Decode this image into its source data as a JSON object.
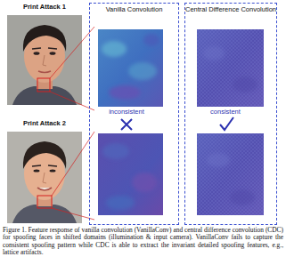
{
  "diagram": {
    "caption": "Figure 1. Feature response of vanilla convolution (VanillaConv) and central difference convolution (CDC) for spoofing faces in shifted domains (illumination & input camera). VanillaConv fails to capture the consistent spoofing pattern while CDC is able to extract the invariant detailed spoofing features, e.g., lattice artifacts.",
    "nodes": [
      {
        "text": [
          "Print Attack 1"
        ]
      },
      {
        "text": [
          "Print Attack 2"
        ]
      },
      {
        "text": [
          "Vanilla Convolution"
        ]
      },
      {
        "text": [
          "Central Difference Convolution"
        ]
      }
    ],
    "labels": [
      "inconsistent",
      "consistent"
    ]
  }
}
